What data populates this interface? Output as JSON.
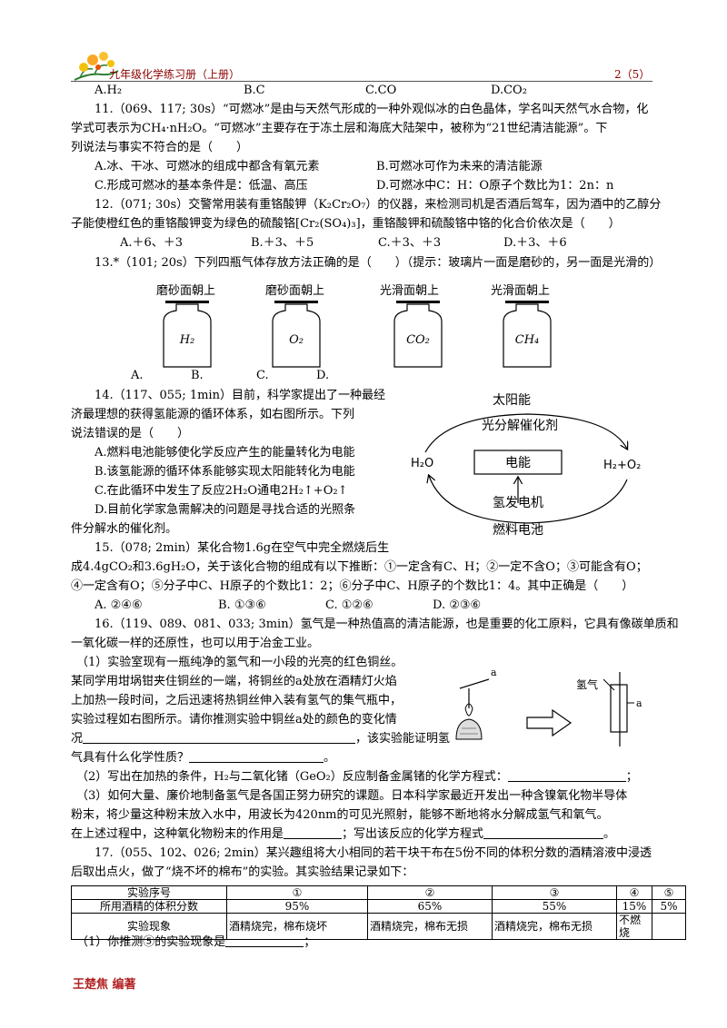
{
  "header": {
    "title": "九年级化学练习册（上册）",
    "page": "2（5）"
  },
  "q10_options": [
    "A.H₂",
    "B.C",
    "C.CO",
    "D.CO₂"
  ],
  "q11": {
    "l1": "11.（069、117; 30s）“可燃冰”是由与天然气形成的一种外观似冰的白色晶体，学名叫天然气水合物，化",
    "l2": "学式可表示为CH₄·nH₂O。“可燃冰”主要存在于冻土层和海底大陆架中，被称为“21世纪清洁能源”。下",
    "l3": "列说法与事实不符合的是（　　）",
    "A": "A.冰、干冰、可燃冰的组成中都含有氧元素",
    "B": "B.可燃冰可作为未来的清洁能源",
    "C": "C.形成可燃冰的基本条件是：低温、高压",
    "D": "D.可燃冰中C：H：O原子个数比为1：2n：n"
  },
  "q12": {
    "l1": "12.（071; 30s）交警常用装有重铬酸钾（K₂Cr₂O₇）的仪器，来检测司机是否酒后驾车，因为酒中的乙醇分",
    "l2": "子能使橙红色的重铬酸钾变为绿色的硫酸铬[Cr₂(SO₄)₃]，重铬酸钾和硫酸铬中铬的化合价依次是（　　）",
    "A": "A.＋6、＋3",
    "B": "B.＋3、＋5",
    "C": "C.＋3、＋3",
    "D": "D.＋3、＋6"
  },
  "q13": {
    "l1": "13.*（101; 20s）下列四瓶气体存放方法正确的是（　　）（提示：玻璃片一面是磨砂的，另一面是光滑的）",
    "bottles": [
      {
        "top": "磨砂面朝上",
        "gas": "H₂",
        "opt": "A."
      },
      {
        "top": "磨砂面朝上",
        "gas": "O₂",
        "opt": "B."
      },
      {
        "top": "光滑面朝上",
        "gas": "CO₂",
        "opt": "C."
      },
      {
        "top": "光滑面朝上",
        "gas": "CH₄",
        "opt": "D."
      }
    ]
  },
  "q14": {
    "l1": "14.（117、055; 1min）目前，科学家提出了一种最经",
    "l2": "济最理想的获得氢能源的循环体系，如右图所示。下列",
    "l3": "说法错误的是（　　）",
    "A": "A.燃料电池能够使化学反应产生的能量转化为电能",
    "B": "B.该氢能源的循环体系能够实现太阳能转化为电能",
    "C": "C.在此循环中发生了反应2H₂O通电2H₂↑+O₂↑",
    "D1": "D.目前化学家急需解决的问题是寻找合适的光照条",
    "D2": "件分解水的催化剂。",
    "diagram": {
      "sun": "太阳能",
      "catalyst": "光分解催化剂",
      "left": "H₂O",
      "center": "电能",
      "right": "H₂+O₂",
      "gen": "氢发电机",
      "cell": "燃料电池"
    }
  },
  "q15": {
    "l1": "15.（078; 2min）某化合物1.6g在空气中完全燃烧后生",
    "l2": "成4.4gCO₂和3.6gH₂O，关于该化合物的组成有以下推断：①一定含有C、H；②一定不含O；③可能含有O；",
    "l3": "④一定含有O；⑤分子中C、H原子的个数比1：2；⑥分子中C、H原子的个数比1：4。其中正确是（　　）",
    "A": "A. ②④⑥",
    "B": "B. ①③⑥",
    "C": "C. ①②⑥",
    "D": "D. ②③⑥"
  },
  "q16": {
    "l1": "16.（119、089、081、033; 3min）氢气是一种热值高的清洁能源，也是重要的化工原料，它具有像碳单质和",
    "l2": "一氧化碳一样的还原性，也可以用于冶金工业。",
    "p1": "（1）实验室现有一瓶纯净的氢气和一小段的光亮的红色铜丝。",
    "p2": "某同学用坩埚钳夹住铜丝的一端，将铜丝的a处放在酒精灯火焰",
    "p3": "上加热一段时间，之后迅速将热铜丝伸入装有氢气的集气瓶中，",
    "p4": "实验过程如右图所示。请你推测实验中铜丝a处的颜色的变化情",
    "p5a": "况",
    "p5b": "，该实验能证明氢",
    "p6a": "气具有什么化学性质？",
    "p6b": "。",
    "p7a": "（2）写出在加热的条件，H₂与二氧化锗（GeO₂）反应制备金属锗的化学方程式：",
    "p7b": "；",
    "p8": "（3）如何大量、廉价地制备氢气是各国正努力研究的课题。日本科学家最近开发出一种含镍氧化物半导体",
    "p9": "粉末，将少量这种粉末放入水中，用波长为420nm的可见光照射，能够不断地将水分解成氢气和氧气。",
    "p10a": "在上述过程中，这种氧化物粉末的作用是",
    "p10b": "；写出该反应的化学方程式",
    "p10c": "。",
    "fig_label_a": "a",
    "fig_label_h2": "氢气",
    "fig_label_a2": "a"
  },
  "q17": {
    "l1": "17.（055、102、026; 2min）某兴趣组将大小相同的若干块干布在5份不同的体积分数的酒精溶液中浸透",
    "l2": "后取出点火，做了“烧不坏的棉布”的实验。其实验结果记录如下：",
    "table": {
      "rows": [
        [
          "实验序号",
          "①",
          "②",
          "③",
          "④",
          "⑤"
        ],
        [
          "所用酒精的体积分数",
          "95%",
          "65%",
          "55%",
          "15%",
          "5%"
        ],
        [
          "实验现象",
          "酒精烧完，棉布烧坏",
          "酒精烧完，棉布无损",
          "酒精烧完，棉布无损",
          "不燃烧",
          ""
        ]
      ]
    },
    "sub1a": "（1）你推测⑤的实验现象是",
    "sub1b": "；"
  },
  "footer": {
    "author": "王楚焦 编著"
  }
}
